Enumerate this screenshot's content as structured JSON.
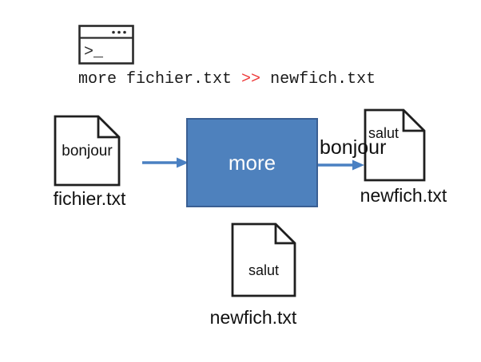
{
  "terminal": {
    "prompt_glyph": ">_"
  },
  "command": {
    "prefix": "more fichier.txt ",
    "operator": ">>",
    "suffix": " newfich.txt"
  },
  "process": {
    "label": "more"
  },
  "files": {
    "input": {
      "content": "bonjour",
      "label": "fichier.txt"
    },
    "output_after": {
      "existing_content": "salut",
      "appended_line": "bonjour",
      "label": "newfich.txt"
    },
    "output_before": {
      "content": "salut",
      "label": "newfich.txt"
    }
  },
  "icons": {
    "terminal": "terminal-window-icon",
    "input_file": "document-dogear-icon",
    "output_file": "document-dogear-icon",
    "original_file": "document-dogear-icon",
    "flow": "right-arrow-icon"
  },
  "colors": {
    "process_box_fill": "#4e81bd",
    "process_box_border": "#3a5f93",
    "arrow_blue": "#4a80c2",
    "operator_red": "#ee3b3b",
    "ink": "#1a1a1a"
  }
}
